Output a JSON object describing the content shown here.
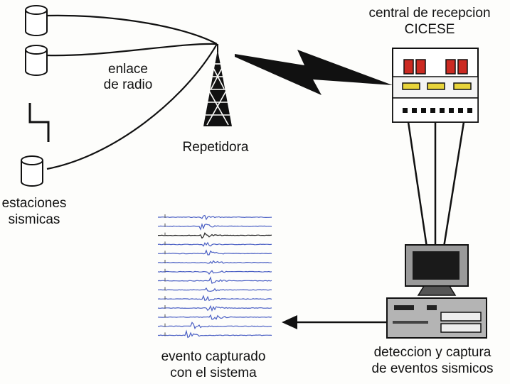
{
  "labels": {
    "stations": [
      "estaciones",
      "sismicas"
    ],
    "radio_link": [
      "enlace",
      "de radio"
    ],
    "repeater": "Repetidora",
    "central": [
      "central de recepcion",
      "CICESE"
    ],
    "captured": [
      "evento capturado",
      "con el sistema"
    ],
    "detection": [
      "deteccion y captura",
      "de eventos sismicos"
    ]
  },
  "colors": {
    "line": "#111111",
    "seismogram_trace": "#4a5fc4",
    "led_red": "#cc2a22",
    "led_yellow": "#e8d43a",
    "screen": "#1a1a1a"
  },
  "icons": [
    "station-cylinder-icon",
    "lightning-bolt-icon",
    "radio-tower-icon",
    "receiver-panel-icon",
    "computer-icon",
    "seismogram-icon"
  ]
}
